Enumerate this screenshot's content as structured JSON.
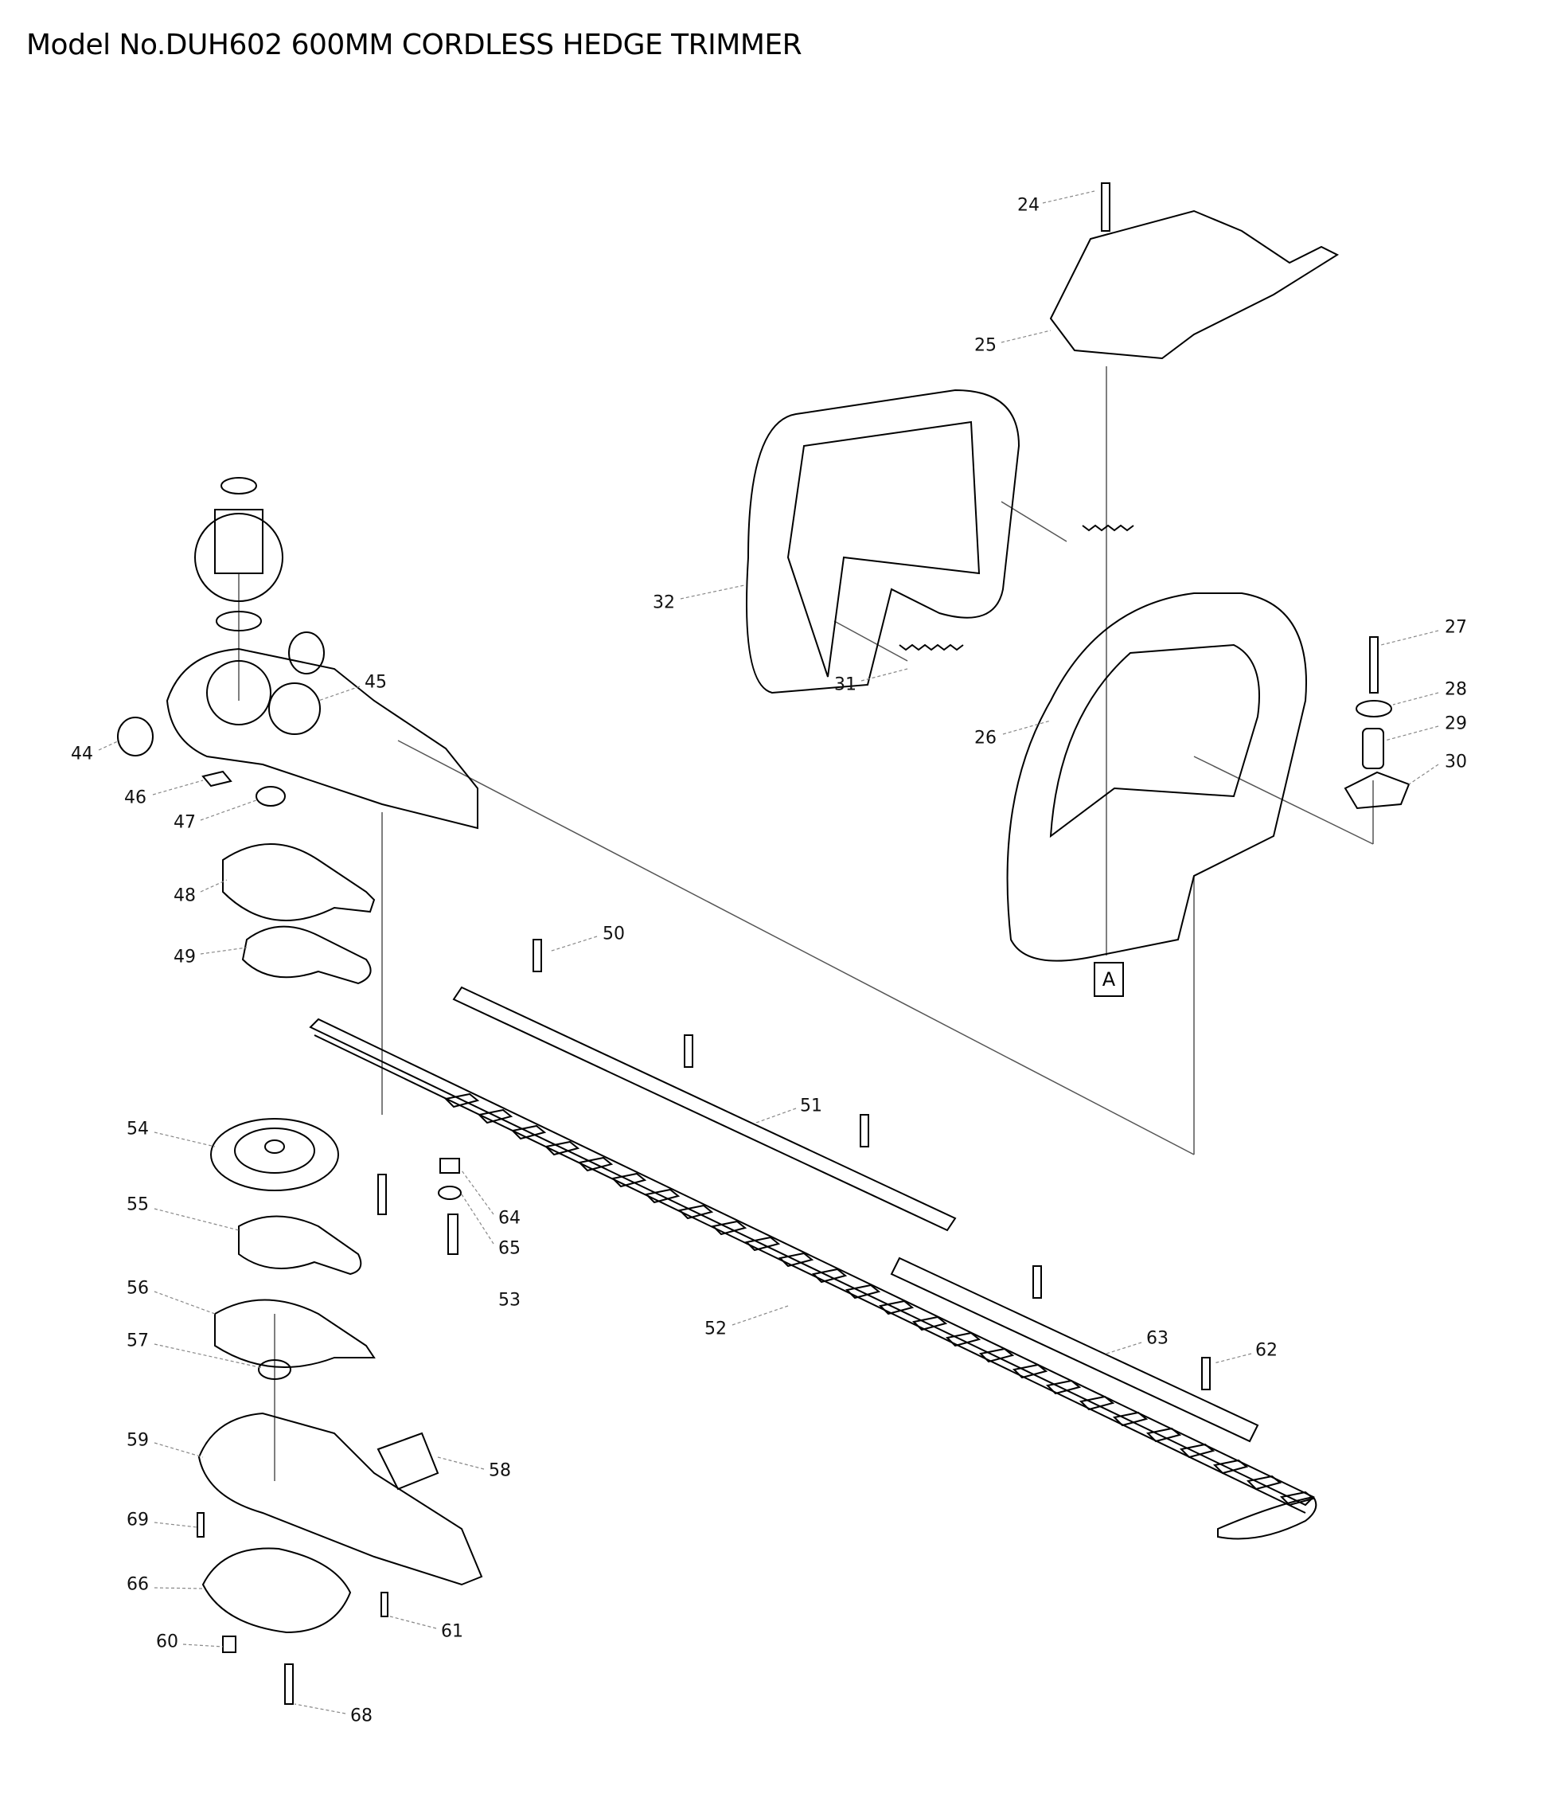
{
  "title": "Model No.DUH602 600MM CORDLESS HEDGE TRIMMER",
  "reference_box": "A",
  "callouts": {
    "p24": "24",
    "p25": "25",
    "p26": "26",
    "p27": "27",
    "p28": "28",
    "p29": "29",
    "p30": "30",
    "p31": "31",
    "p32": "32",
    "p44": "44",
    "p45": "45",
    "p46": "46",
    "p47": "47",
    "p48": "48",
    "p49": "49",
    "p50": "50",
    "p51": "51",
    "p52": "52",
    "p53": "53",
    "p54": "54",
    "p55": "55",
    "p56": "56",
    "p57": "57",
    "p58": "58",
    "p59": "59",
    "p60": "60",
    "p61": "61",
    "p62": "62",
    "p63": "63",
    "p64": "64",
    "p65": "65",
    "p66": "66",
    "p68": "68",
    "p69": "69"
  }
}
